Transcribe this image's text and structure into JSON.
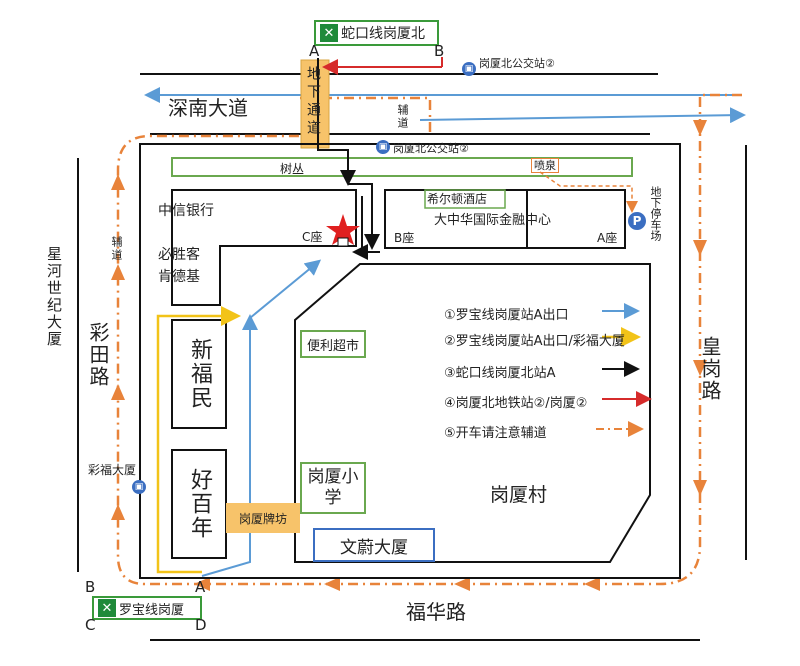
{
  "stations": {
    "north_metro": "蛇口线岗厦北",
    "south_metro": "罗宝线岗厦",
    "metro_glyph": "✕"
  },
  "exits": {
    "a": "A",
    "b": "B",
    "c": "C",
    "d": "D"
  },
  "bus_stops": {
    "north": "岗厦北公交站②",
    "inner": "岗厦北公交站②",
    "west": "彩福大厦"
  },
  "roads": {
    "shennan": "深南大道",
    "futian": "福华路",
    "caitian": "彩田路",
    "huanggang": "皇岗路",
    "xinghe": "星河世纪大厦",
    "service_road": "辅道",
    "service_road_west": "辅道"
  },
  "places": {
    "underpass": "地下通道",
    "trees": "树丛",
    "fountain": "喷泉",
    "hilton": "希尔顿酒店",
    "dazhonghua": "大中华国际金融中心",
    "block_b": "B座",
    "block_a": "A座",
    "block_c": "C座",
    "zhongxin": "中信银行",
    "bishengke": "必胜客",
    "kendeji": "肯德基",
    "xinfumin": "新福民",
    "haobainian": "好百年",
    "paifang": "岗厦牌坊",
    "bianli": "便利超市",
    "gangxia_school": "岗厦小学",
    "wenwei": "文蔚大厦",
    "gangxia_village": "岗厦村",
    "parking": "地下停车场",
    "parking_icon": "P"
  },
  "legend": [
    {
      "text": "①罗宝线岗厦站A出口",
      "color": "#5b9bd5",
      "style": "solid"
    },
    {
      "text": "②罗宝线岗厦站A出口/彩福大厦",
      "color": "#f2c318",
      "style": "solid"
    },
    {
      "text": "③蛇口线岗厦北站A",
      "color": "#111111",
      "style": "solid"
    },
    {
      "text": "④岗厦北地铁站②/岗厦②",
      "color": "#d62b2b",
      "style": "solid"
    },
    {
      "text": "⑤开车请注意辅道",
      "color": "#e8833a",
      "style": "dashdot"
    }
  ],
  "colors": {
    "blue_route": "#5b9bd5",
    "yellow_route": "#f2c318",
    "black_route": "#111111",
    "red_route": "#d62b2b",
    "orange_route": "#e8833a",
    "green_box": "#6aa84f",
    "star": "#e02020"
  }
}
